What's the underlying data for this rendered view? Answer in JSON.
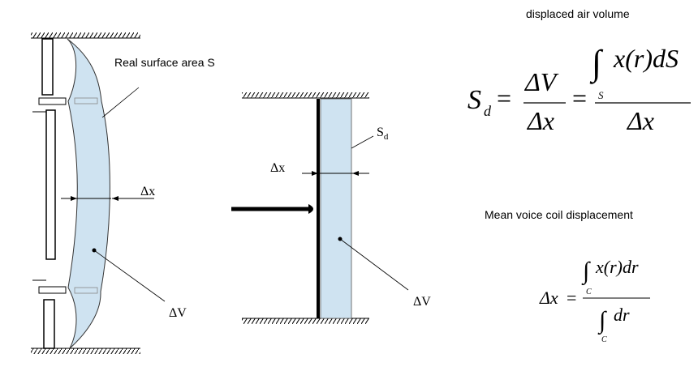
{
  "colors": {
    "fill": "#cfe3f1",
    "ink": "#000000"
  },
  "left_diagram": {
    "surface_label": "Real surface area S",
    "dx_label": "Δx",
    "dv_label": "ΔV"
  },
  "middle_diagram": {
    "sd_label": "S",
    "sd_sub": "d",
    "dx_label": "Δx",
    "dv_label": "ΔV"
  },
  "formula1": {
    "caption": "displaced air volume",
    "lhs": "S",
    "lhs_sub": "d",
    "eq": "=",
    "num1": "ΔV",
    "den1": "Δx",
    "integral": "∫",
    "num2": "x(r)dS",
    "int_sub": "S",
    "den2": "Δx"
  },
  "formula2": {
    "caption": "Mean voice coil displacement",
    "lhs": "Δx",
    "eq": "=",
    "integral": "∫",
    "num": "x(r)dr",
    "num_sub": "C",
    "den": "dr",
    "den_sub": "C"
  }
}
